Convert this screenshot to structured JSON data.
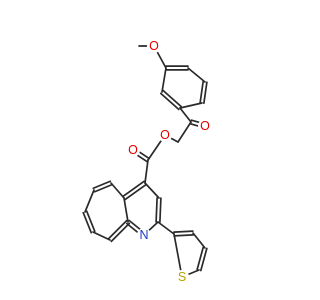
{
  "atoms": [
    {
      "id": "o_methoxy",
      "label": "O",
      "color": "#e00000"
    },
    {
      "id": "o_ketone",
      "label": "O",
      "color": "#e00000"
    },
    {
      "id": "o_carbonyl",
      "label": "O",
      "color": "#e00000"
    },
    {
      "id": "o_ester",
      "label": "O",
      "color": "#e00000"
    },
    {
      "id": "n_quinoline",
      "label": "N",
      "color": "#1f3cc4"
    },
    {
      "id": "s_thiophene",
      "label": "S",
      "color": "#b8a100"
    }
  ],
  "colors": {
    "bond": "#2a2a2a",
    "background": "#ffffff"
  }
}
